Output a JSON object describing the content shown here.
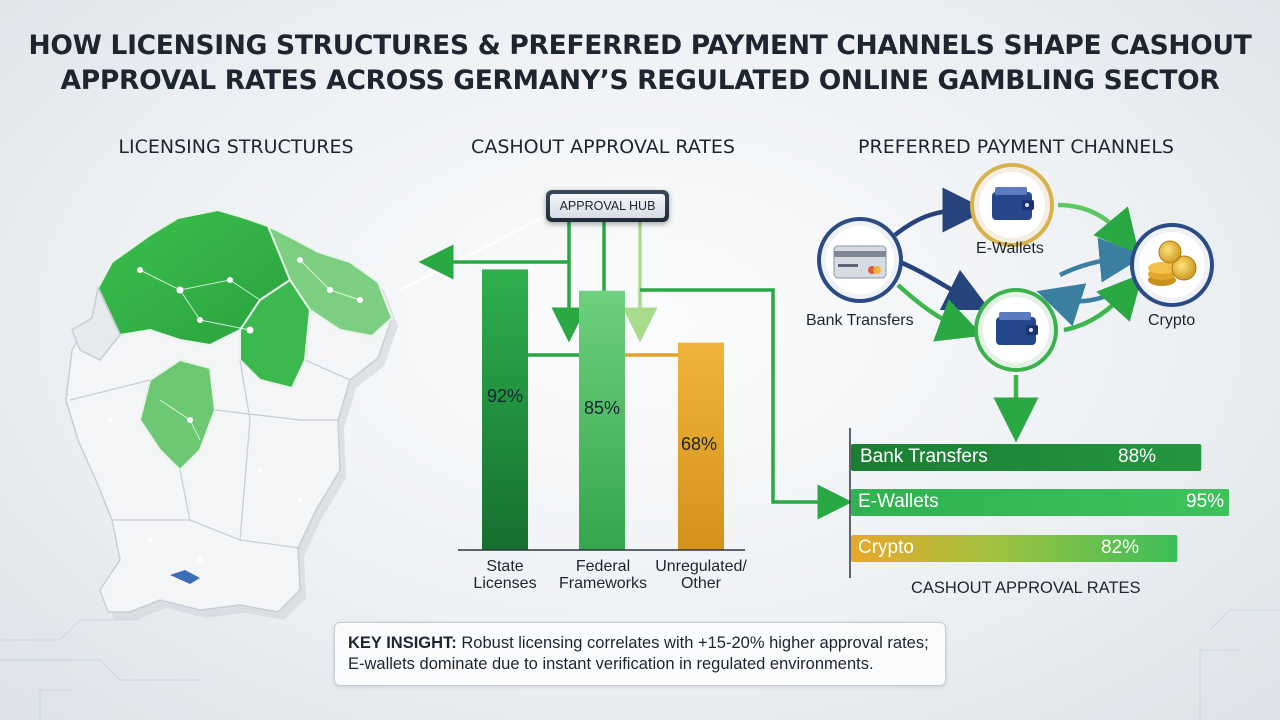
{
  "title": {
    "line1": "HOW LICENSING STRUCTURES & PREFERRED PAYMENT CHANNELS SHAPE CASHOUT",
    "line2": "APPROVAL RATES ACROSS GERMANY’S REGULATED ONLINE GAMBLING SECTOR"
  },
  "sections": {
    "licensing": "LICENSING STRUCTURES",
    "cashout": "CASHOUT APPROVAL RATES",
    "payment": "PREFERRED PAYMENT CHANNELS"
  },
  "hub_label": "APPROVAL HUB",
  "colors": {
    "dark_green": "#1e8f3e",
    "green": "#3cbf5a",
    "light_green": "#6dd07a",
    "amber": "#e3a32a",
    "navy": "#1f3a6e"
  },
  "licensing_chart": {
    "type": "bar",
    "categories": [
      "State Licenses",
      "Federal Frameworks",
      "Unregulated/ Other"
    ],
    "category_lines": [
      [
        "State",
        "Licenses"
      ],
      [
        "Federal",
        "Frameworks"
      ],
      [
        "Unregulated/",
        "Other"
      ]
    ],
    "values": [
      92,
      85,
      68
    ],
    "labels": [
      "92%",
      "85%",
      "68%"
    ],
    "ylim": [
      0,
      100
    ]
  },
  "channels": {
    "bank": "Bank Transfers",
    "ewallet": "E-Wallets",
    "crypto": "Crypto",
    "icons": [
      "credit-card-icon",
      "wallet-icon",
      "wallet-icon",
      "coins-icon"
    ]
  },
  "channel_chart": {
    "type": "bar",
    "orientation": "horizontal",
    "categories": [
      "Bank Transfers",
      "E-Wallets",
      "Crypto"
    ],
    "values": [
      88,
      95,
      82
    ],
    "labels": [
      "88%",
      "95%",
      "82%"
    ],
    "xlabel": "CASHOUT APPROVAL RATES"
  },
  "insight": {
    "prefix": "KEY INSIGHT:",
    "line1": " Robust licensing correlates with +15-20% higher approval rates;",
    "line2": "E-wallets dominate due to instant verification in regulated environments."
  }
}
